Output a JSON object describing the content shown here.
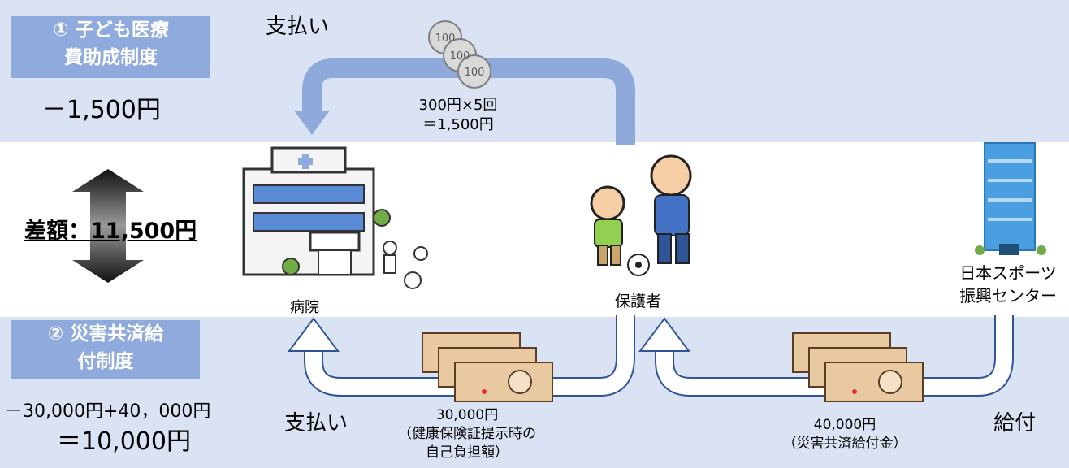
{
  "top_section": {
    "title_line1": "① 子ども医療",
    "title_line2": "費助成制度",
    "amount": "－1,500円",
    "payment_label": "支払い",
    "calc_line1": "300円×5回",
    "calc_line2": "＝1,500円",
    "coin_text": "100"
  },
  "difference": {
    "label": "差額：11,500円"
  },
  "actors": {
    "hospital": "病院",
    "guardian": "保護者",
    "jsc_line1": "日本スポーツ",
    "jsc_line2": "振興センター"
  },
  "bottom_section": {
    "title_line1": "② 災害共済給",
    "title_line2": "付制度",
    "amount_line1": "－30,000円+40，000円",
    "amount_line2": "＝10,000円",
    "payment_label": "支払い",
    "payment_amount": "30,000円",
    "payment_note1": "（健康保険証提示時の",
    "payment_note2": "自己負担額）",
    "benefit_label": "給付",
    "benefit_amount": "40,000円",
    "benefit_note": "（災害共済給付金）"
  },
  "colors": {
    "band": "#dae3f3",
    "title_box": "#8faadc",
    "top_arrow": "#8eaadb",
    "bottom_arrow": "#2f5597",
    "banknote": "#d4a373"
  }
}
